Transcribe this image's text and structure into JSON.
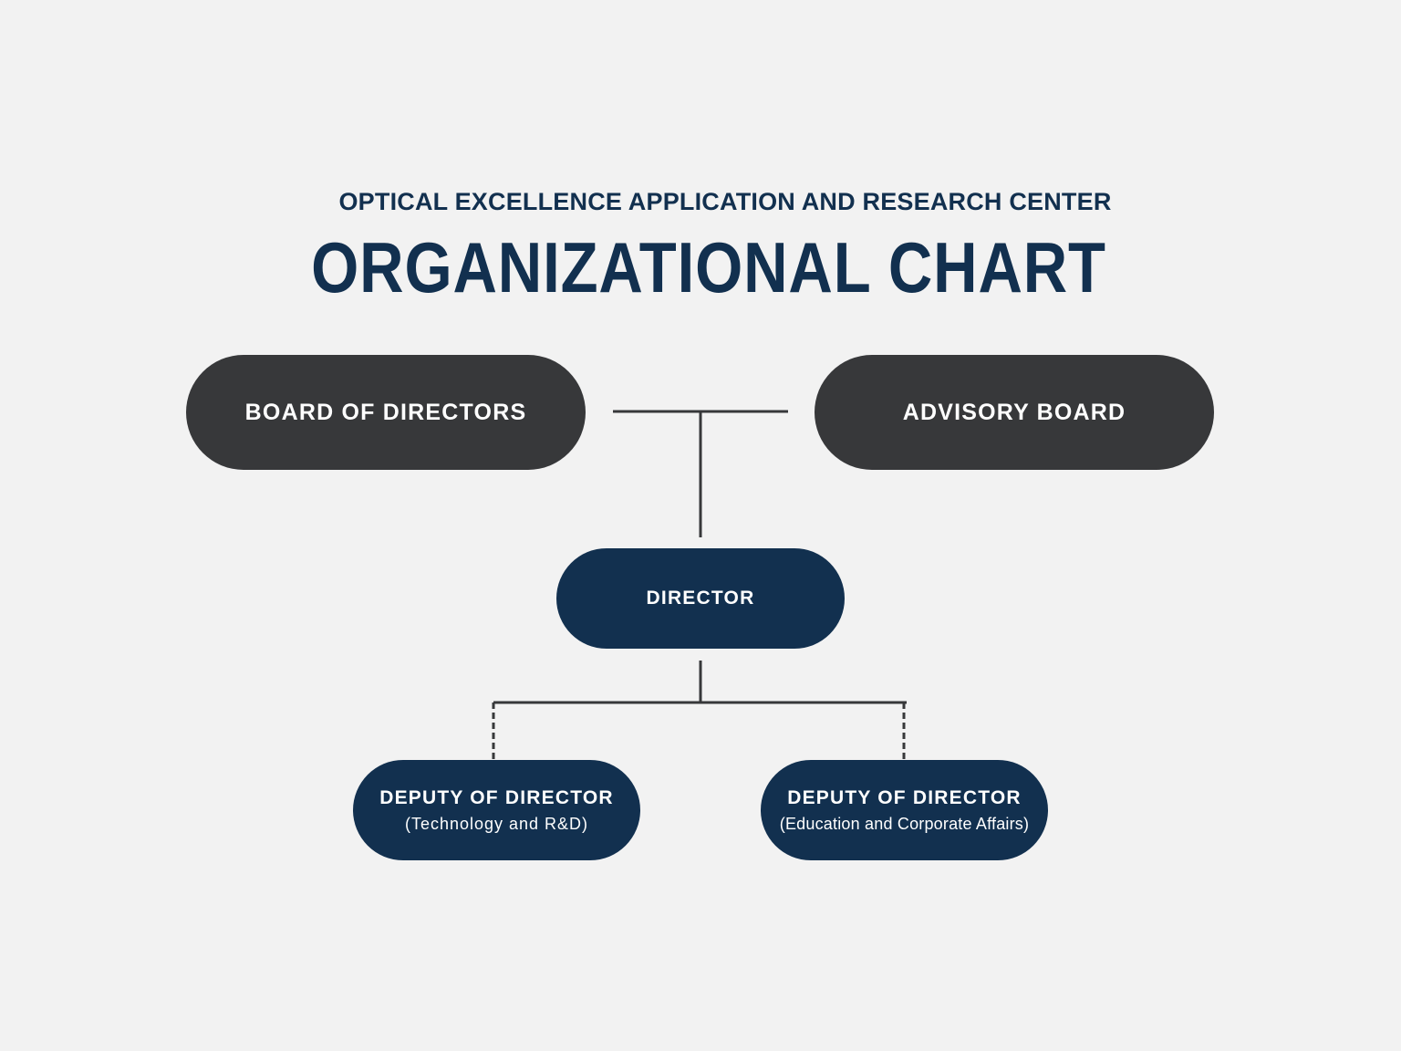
{
  "header": {
    "subtitle": "OPTICAL EXCELLENCE APPLICATION AND RESEARCH CENTER",
    "title": "ORGANIZATIONAL CHART"
  },
  "nodes": {
    "board": {
      "label": "BOARD OF DIRECTORS"
    },
    "advisory": {
      "label": "ADVISORY BOARD"
    },
    "director": {
      "label": "DIRECTOR"
    },
    "deputy_tech": {
      "label": "DEPUTY OF DIRECTOR",
      "sub": "(Technology and R&D)"
    },
    "deputy_edu": {
      "label": "DEPUTY OF DIRECTOR",
      "sub": "(Education and Corporate Affairs)"
    }
  },
  "colors": {
    "background": "#f2f2f2",
    "navy": "#12304f",
    "dark_gray": "#37383a",
    "line": "#37383a"
  }
}
